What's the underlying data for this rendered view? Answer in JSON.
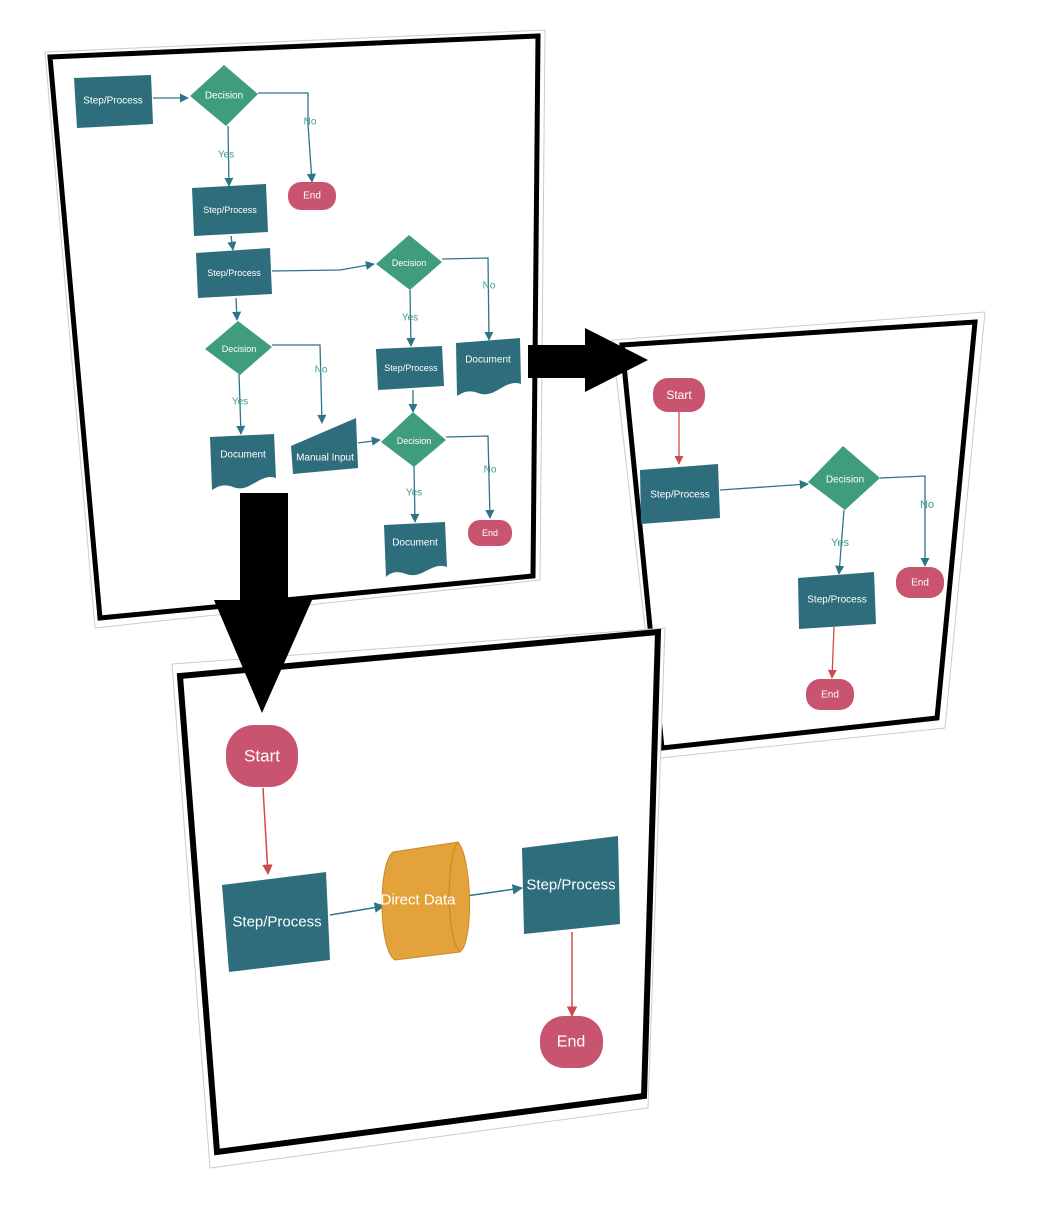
{
  "colors": {
    "process": "#2e6d7c",
    "decision": "#3f9c7f",
    "terminal": "#c9546f",
    "data": "#e3a23a",
    "edge": "#2e7488",
    "edge_red": "#d04a4a",
    "frame": "#000000"
  },
  "panel_a": {
    "nodes": {
      "step1": "Step/Process",
      "decision1": "Decision",
      "end1": "End",
      "step2": "Step/Process",
      "step3": "Step/Process",
      "decision2": "Decision",
      "document1": "Document",
      "decision3": "Decision",
      "step4": "Step/Process",
      "document2": "Document",
      "manual_input": "Manual Input",
      "decision4": "Decision",
      "document3": "Document",
      "end2": "End"
    },
    "labels": {
      "d1_no": "No",
      "d1_yes": "Yes",
      "d2_no": "No",
      "d2_yes": "Yes",
      "d3_no": "No",
      "d3_yes": "Yes",
      "d4_no": "No",
      "d4_yes": "Yes"
    }
  },
  "panel_b": {
    "nodes": {
      "start": "Start",
      "step1": "Step/Process",
      "decision": "Decision",
      "end1": "End",
      "step2": "Step/Process",
      "end2": "End"
    },
    "labels": {
      "no": "No",
      "yes": "Yes"
    }
  },
  "panel_c": {
    "nodes": {
      "start": "Start",
      "step1": "Step/Process",
      "direct_data": "Direct Data",
      "step2": "Step/Process",
      "end": "End"
    }
  }
}
